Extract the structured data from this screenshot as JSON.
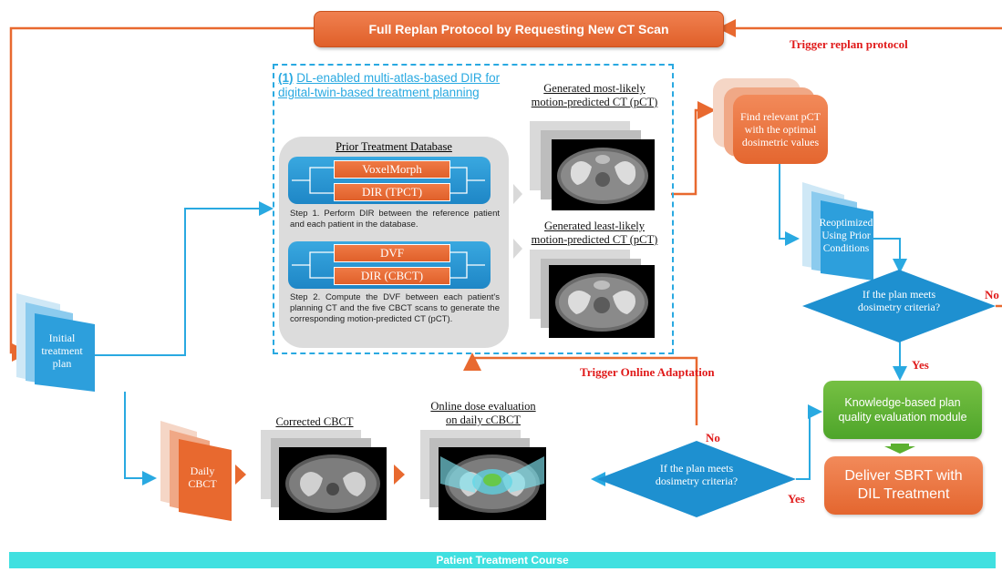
{
  "top_banner": "Full Replan Protocol by Requesting New CT Scan",
  "trigger_replan": "Trigger replan protocol",
  "dl_title_num": "(1)",
  "dl_title_line1": "DL-enabled multi-atlas-based DIR for",
  "dl_title_line2": "digital-twin-based treatment planning",
  "prior_db_title": "Prior Treatment Database",
  "voxelmorph": "VoxelMorph",
  "dir_tpct": "DIR (TPCT)",
  "step1": "Step 1. Perform DIR between the reference patient and each patient in the database.",
  "dvf": "DVF",
  "dir_cbct": "DIR (CBCT)",
  "step2": "Step 2. Compute the DVF between each patient's planning CT and the five CBCT scans to generate the corresponding motion-predicted CT (pCT).",
  "gen_most_1": "Generated most-likely",
  "gen_most_2": "motion-predicted CT (pCT)",
  "gen_least_1": "Generated least-likely",
  "gen_least_2": "motion-predicted CT (pCT)",
  "find_pct": "Find relevant pCT with the optimal dosimetric values",
  "reoptimized": "Reoptimized Using Prior Conditions",
  "diamond_right": "If the plan meets dosimetry criteria?",
  "no_right": "No",
  "yes_right": "Yes",
  "initial_plan": "Initial treatment plan",
  "trigger_online": "Trigger Online Adaptation",
  "knowledge_box": "Knowledge-based plan quality evaluation module",
  "deliver_box": "Deliver SBRT with DIL Treatment",
  "daily_cbct": "Daily CBCT",
  "corrected_cbct": "Corrected CBCT",
  "online_dose_1": "Online dose evaluation",
  "online_dose_2": "on daily cCBCT",
  "diamond_bottom": "If the plan meets dosimetry criteria?",
  "no_bottom": "No",
  "yes_bottom": "Yes",
  "bottom_bar": "Patient Treatment Course",
  "colors": {
    "orange": "#e8692f",
    "blue": "#29a9e1",
    "red": "#e01a1a",
    "green": "#5cb030",
    "cyan": "#40e0e0"
  }
}
